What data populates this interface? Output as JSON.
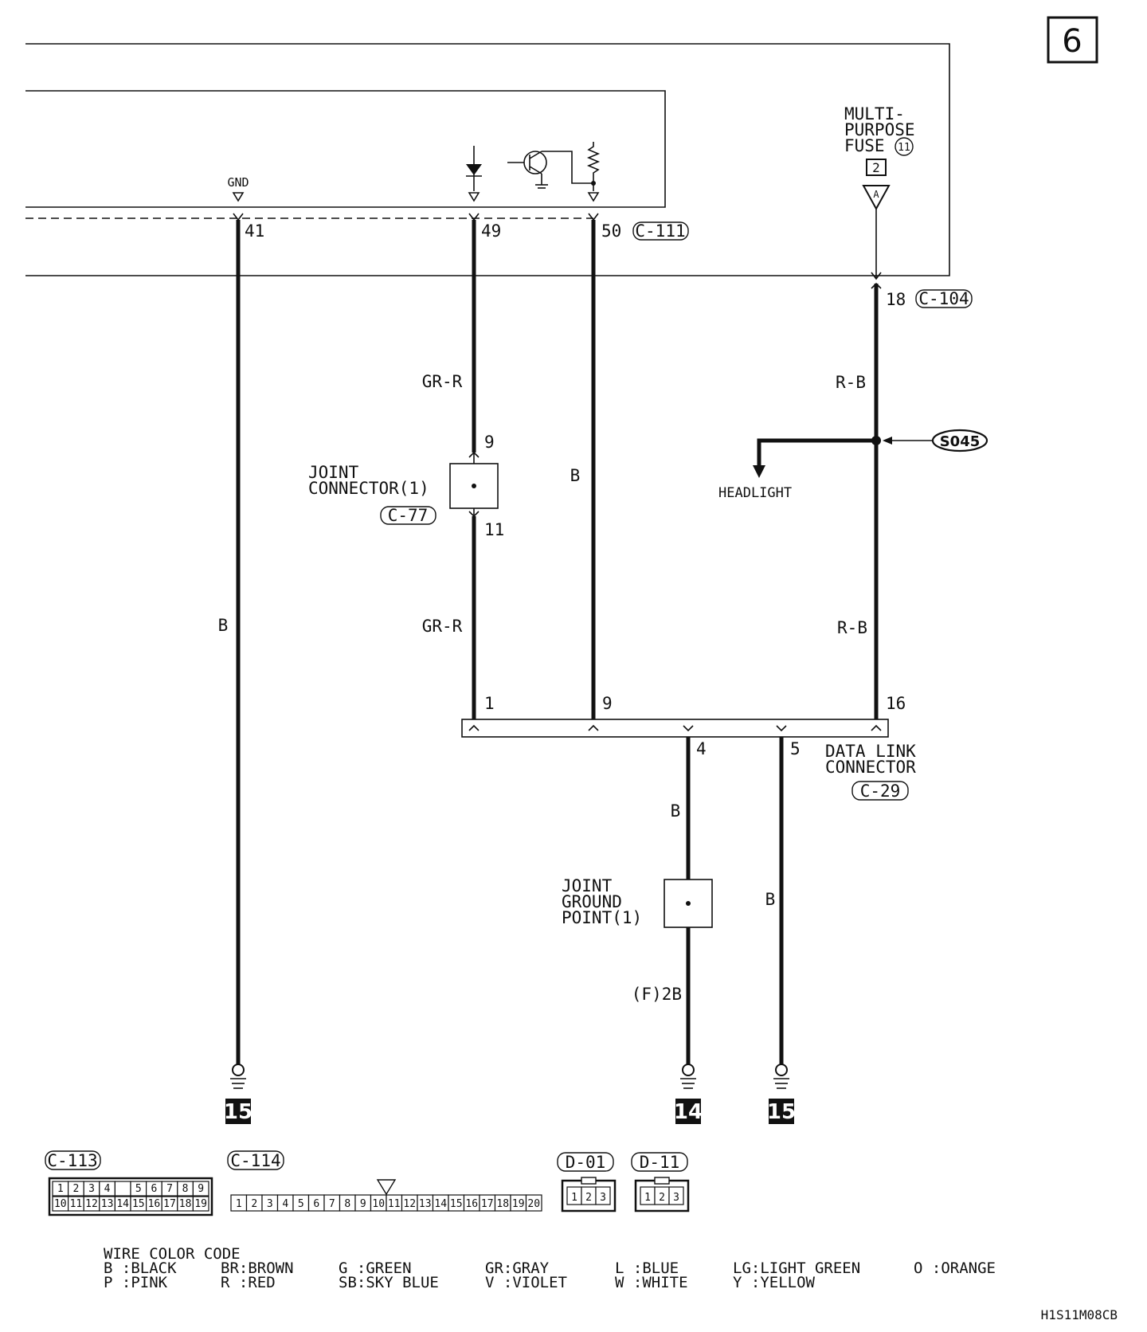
{
  "page_number": "6",
  "ecu_box": {
    "gnd_label": "GND",
    "pins": [
      "41",
      "49",
      "50"
    ],
    "connector": "C-111"
  },
  "fuse": {
    "label_lines": [
      "MULTI-",
      "PURPOSE",
      "FUSE"
    ],
    "fuse_number": "11",
    "fuse_box_number": "2",
    "triangle_label": "A",
    "pin": "18",
    "connector": "C-104"
  },
  "wires": {
    "w1": "B",
    "w2_upper": "GR-R",
    "w2_lower": "GR-R",
    "w3": "B",
    "w4_upper": "R-B",
    "w4_lower": "R-B",
    "w5": "B",
    "w6": "B",
    "w5_ground_label": "(F)2B"
  },
  "joint_connector": {
    "label_lines": [
      "JOINT",
      "CONNECTOR(1)"
    ],
    "connector": "C-77",
    "pin_in": "9",
    "pin_out": "11"
  },
  "splice": {
    "id": "S045",
    "branch_label": "HEADLIGHT"
  },
  "data_link_connector": {
    "label_lines": [
      "DATA LINK",
      "CONNECTOR"
    ],
    "connector": "C-29",
    "pins_top": [
      "1",
      "9",
      "16"
    ],
    "pins_bottom": [
      "4",
      "5"
    ]
  },
  "joint_ground": {
    "label_lines": [
      "JOINT",
      "GROUND",
      "POINT(1)"
    ]
  },
  "grounds": [
    "15",
    "14",
    "15"
  ],
  "connector_views": [
    {
      "id": "C-113",
      "row1": [
        "1",
        "2",
        "3",
        "4",
        "",
        "5",
        "6",
        "7",
        "8",
        "9"
      ],
      "row2": [
        "10",
        "11",
        "12",
        "13",
        "14",
        "15",
        "16",
        "17",
        "18",
        "19"
      ]
    },
    {
      "id": "C-114",
      "pins": [
        "1",
        "2",
        "3",
        "4",
        "5",
        "6",
        "7",
        "8",
        "9",
        "10",
        "11",
        "12",
        "13",
        "14",
        "15",
        "16",
        "17",
        "18",
        "19",
        "20"
      ]
    },
    {
      "id": "D-01",
      "pins": [
        "1",
        "2",
        "3"
      ]
    },
    {
      "id": "D-11",
      "pins": [
        "1",
        "2",
        "3"
      ]
    }
  ],
  "color_code": {
    "title": "WIRE COLOR CODE",
    "row1": [
      "B :BLACK",
      "BR:BROWN",
      "G :GREEN",
      "GR:GRAY",
      "L :BLUE",
      "LG:LIGHT GREEN",
      "O :ORANGE"
    ],
    "row2": [
      "P :PINK",
      "R :RED",
      "SB:SKY BLUE",
      "V :VIOLET",
      "W :WHITE",
      "Y :YELLOW"
    ]
  },
  "doc_code": "H1S11M08CB"
}
